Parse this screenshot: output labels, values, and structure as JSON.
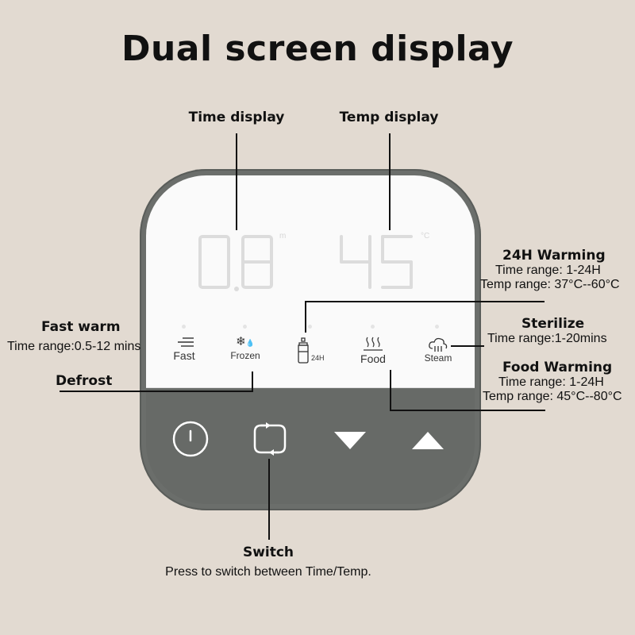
{
  "title": "Dual screen display",
  "callouts": {
    "time_display": "Time display",
    "temp_display": "Temp display",
    "fast_warm": {
      "title": "Fast warm",
      "line1": "Time range:0.5-12 mins"
    },
    "defrost": {
      "title": "Defrost"
    },
    "warming_24h": {
      "title": "24H Warming",
      "line1": "Time range: 1-24H",
      "line2": "Temp range: 37°C--60°C"
    },
    "sterilize": {
      "title": "Sterilize",
      "line1": "Time range:1-20mins"
    },
    "food_warming": {
      "title": "Food Warming",
      "line1": "Time range: 1-24H",
      "line2": "Temp range: 45°C--80°C"
    },
    "switch": {
      "title": "Switch",
      "line1": "Press to switch between Time/Temp."
    }
  },
  "device": {
    "time_digits": "08",
    "time_unit": "m",
    "temp_digits": "45",
    "temp_unit": "°C",
    "modes": {
      "fast": "Fast",
      "frozen": "Frozen",
      "bottle_24h": "24H",
      "food": "Food",
      "steam": "Steam"
    }
  },
  "colors": {
    "background": "#e2dad1",
    "device_body": "#6b6e6b",
    "screen": "#fafafa",
    "digit_glow": "#dcdcdc"
  }
}
